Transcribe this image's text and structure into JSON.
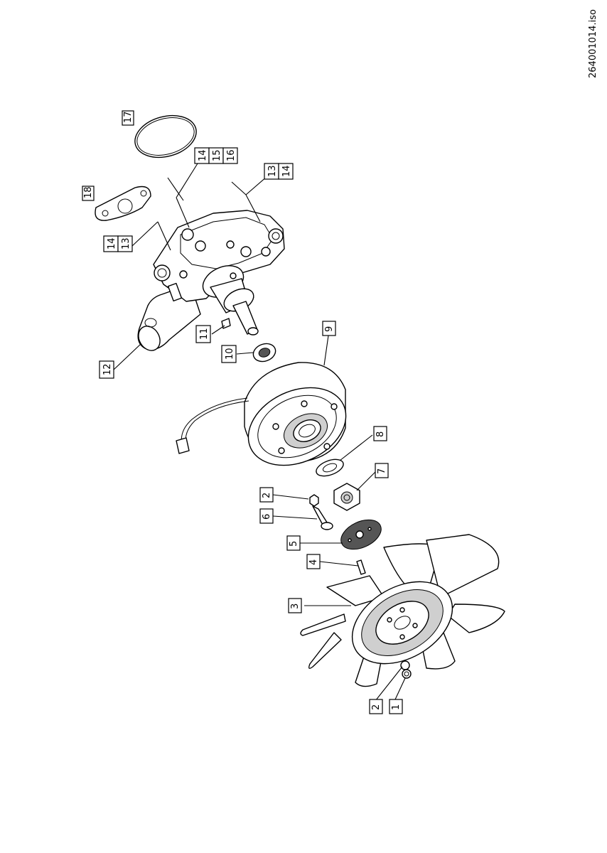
{
  "drawing_id": "264001014.iso",
  "callouts": [
    {
      "id": "c17",
      "labels": [
        "17"
      ]
    },
    {
      "id": "c18",
      "labels": [
        "18"
      ]
    },
    {
      "id": "c14a",
      "labels": [
        "14",
        "15",
        "16"
      ]
    },
    {
      "id": "c13a",
      "labels": [
        "13",
        "14"
      ]
    },
    {
      "id": "c14b",
      "labels": [
        "14",
        "13"
      ]
    },
    {
      "id": "c11",
      "labels": [
        "11"
      ]
    },
    {
      "id": "c12",
      "labels": [
        "12"
      ]
    },
    {
      "id": "c10",
      "labels": [
        "10"
      ]
    },
    {
      "id": "c9",
      "labels": [
        "9"
      ]
    },
    {
      "id": "c8",
      "labels": [
        "8"
      ]
    },
    {
      "id": "c7",
      "labels": [
        "7"
      ]
    },
    {
      "id": "c2a",
      "labels": [
        "2"
      ]
    },
    {
      "id": "c6",
      "labels": [
        "6"
      ]
    },
    {
      "id": "c5",
      "labels": [
        "5"
      ]
    },
    {
      "id": "c4",
      "labels": [
        "4"
      ]
    },
    {
      "id": "c3",
      "labels": [
        "3"
      ]
    },
    {
      "id": "c2b",
      "labels": [
        "2"
      ]
    },
    {
      "id": "c1",
      "labels": [
        "1"
      ]
    }
  ]
}
